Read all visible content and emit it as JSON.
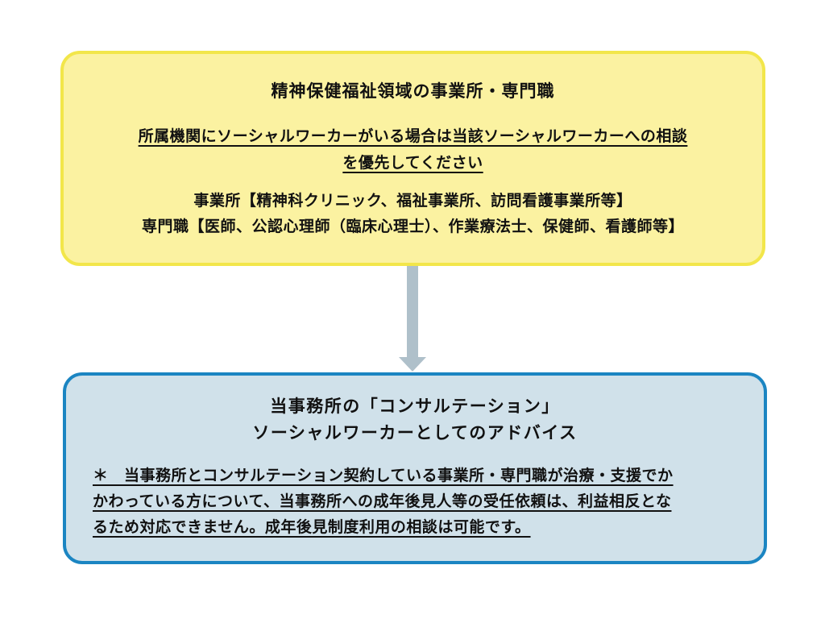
{
  "page": {
    "background": "#FFFFFF"
  },
  "diagram": {
    "top_box": {
      "fill": "#FBF2A1",
      "border_color": "#F2E64A",
      "title": "精神保健福祉領域の事業所・専門職",
      "priority_note_lines": {
        "0": "所属機関にソーシャルワーカーがいる場合は当該ソーシャルワーカーへの相談",
        "1": "を優先してください"
      },
      "detail_lines": {
        "0": "事業所【精神科クリニック、福祉事業所、訪問看護事業所等】",
        "1": "専門職【医師、公認心理師（臨床心理士）、作業療法士、保健師、看護師等】"
      }
    },
    "arrow": {
      "direction": "down",
      "color": "#AFC0CA"
    },
    "bottom_box": {
      "fill": "#D0E1EA",
      "border_color": "#1B85C2",
      "title_lines": {
        "0": "当事務所の「コンサルテーション」",
        "1": "ソーシャルワーカーとしてのアドバイス"
      },
      "conflict_note_lines": {
        "0": "＊　当事務所とコンサルテーション契約している事業所・専門職が治療・支援でか",
        "1": "かわっている方について、当事務所への成年後見人等の受任依頼は、利益相反とな",
        "2": "るため対応できません。成年後見制度利用の相談は可能です。"
      }
    }
  }
}
